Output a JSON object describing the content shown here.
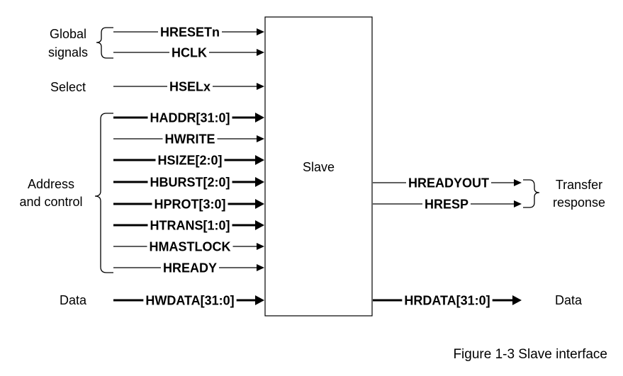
{
  "slave_label": "Slave",
  "groups": {
    "global": [
      "Global",
      "signals"
    ],
    "select": [
      "Select"
    ],
    "address": [
      "Address",
      "and control"
    ],
    "data_in": [
      "Data"
    ],
    "transfer": [
      "Transfer",
      "response"
    ],
    "data_out": [
      "Data"
    ]
  },
  "inputs": [
    {
      "name": "HRESETn",
      "bus": false
    },
    {
      "name": "HCLK",
      "bus": false
    },
    {
      "name": "HSELx",
      "bus": false
    },
    {
      "name": "HADDR[31:0]",
      "bus": true
    },
    {
      "name": "HWRITE",
      "bus": false
    },
    {
      "name": "HSIZE[2:0]",
      "bus": true
    },
    {
      "name": "HBURST[2:0]",
      "bus": true
    },
    {
      "name": "HPROT[3:0]",
      "bus": true
    },
    {
      "name": "HTRANS[1:0]",
      "bus": true
    },
    {
      "name": "HMASTLOCK",
      "bus": false
    },
    {
      "name": "HREADY",
      "bus": false
    },
    {
      "name": "HWDATA[31:0]",
      "bus": true
    }
  ],
  "outputs": [
    {
      "name": "HREADYOUT",
      "bus": false
    },
    {
      "name": "HRESP",
      "bus": false
    },
    {
      "name": "HRDATA[31:0]",
      "bus": true
    }
  ],
  "caption": "Figure 1-3 Slave interface"
}
